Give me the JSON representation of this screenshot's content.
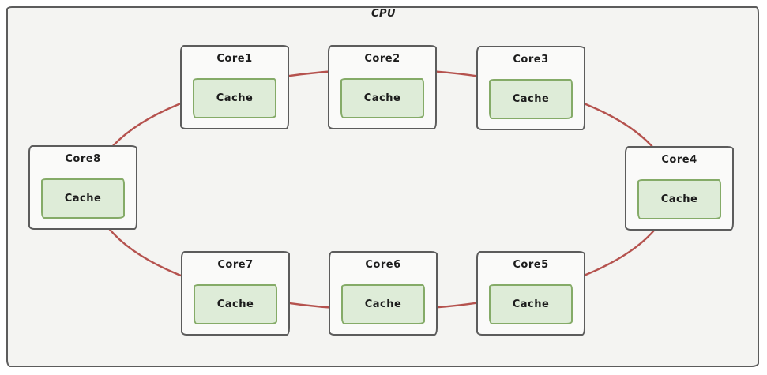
{
  "diagram": {
    "title": "CPU",
    "cores": [
      {
        "label": "Core1",
        "cache": "Cache"
      },
      {
        "label": "Core2",
        "cache": "Cache"
      },
      {
        "label": "Core3",
        "cache": "Cache"
      },
      {
        "label": "Core4",
        "cache": "Cache"
      },
      {
        "label": "Core5",
        "cache": "Cache"
      },
      {
        "label": "Core6",
        "cache": "Cache"
      },
      {
        "label": "Core7",
        "cache": "Cache"
      },
      {
        "label": "Core8",
        "cache": "Cache"
      }
    ],
    "colors": {
      "ring_bus": "#b5524e",
      "core_border": "#5c5c5c",
      "core_fill": "#fafaf9",
      "cache_border": "#85ab68",
      "cache_fill": "#deecd8",
      "cpu_fill": "#f4f4f2"
    }
  }
}
